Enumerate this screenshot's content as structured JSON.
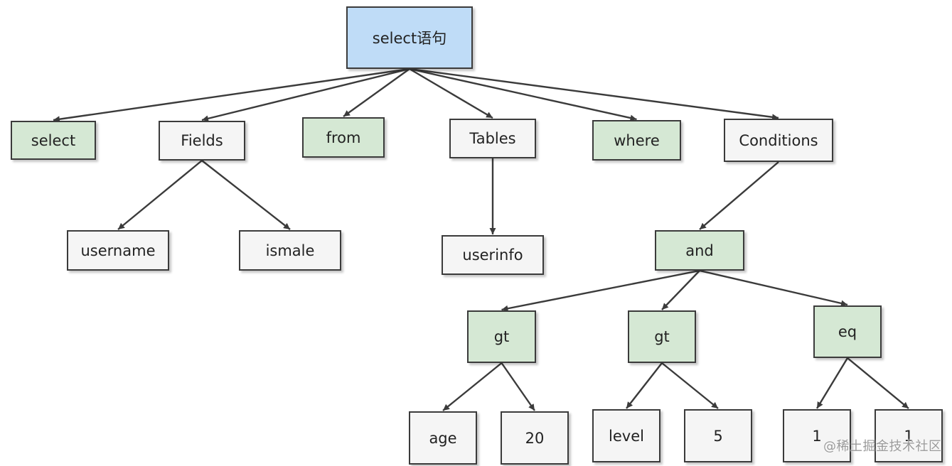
{
  "nodes": [
    {
      "id": "root",
      "label": "select语句",
      "kind": "root"
    },
    {
      "id": "select",
      "label": "select",
      "kind": "keyword"
    },
    {
      "id": "fields",
      "label": "Fields",
      "kind": "plain"
    },
    {
      "id": "from",
      "label": "from",
      "kind": "keyword"
    },
    {
      "id": "tables",
      "label": "Tables",
      "kind": "plain"
    },
    {
      "id": "where",
      "label": "where",
      "kind": "keyword"
    },
    {
      "id": "conditions",
      "label": "Conditions",
      "kind": "plain"
    },
    {
      "id": "username",
      "label": "username",
      "kind": "plain"
    },
    {
      "id": "ismale",
      "label": "ismale",
      "kind": "plain"
    },
    {
      "id": "userinfo",
      "label": "userinfo",
      "kind": "plain"
    },
    {
      "id": "and",
      "label": "and",
      "kind": "keyword"
    },
    {
      "id": "gt1",
      "label": "gt",
      "kind": "keyword"
    },
    {
      "id": "gt2",
      "label": "gt",
      "kind": "keyword"
    },
    {
      "id": "eq",
      "label": "eq",
      "kind": "keyword"
    },
    {
      "id": "age",
      "label": "age",
      "kind": "plain"
    },
    {
      "id": "n20",
      "label": "20",
      "kind": "plain"
    },
    {
      "id": "level",
      "label": "level",
      "kind": "plain"
    },
    {
      "id": "n5",
      "label": "5",
      "kind": "plain"
    },
    {
      "id": "one_a",
      "label": "1",
      "kind": "plain"
    },
    {
      "id": "one_b",
      "label": "1",
      "kind": "plain"
    }
  ],
  "edges": [
    [
      "root",
      "select"
    ],
    [
      "root",
      "fields"
    ],
    [
      "root",
      "from"
    ],
    [
      "root",
      "tables"
    ],
    [
      "root",
      "where"
    ],
    [
      "root",
      "conditions"
    ],
    [
      "fields",
      "username"
    ],
    [
      "fields",
      "ismale"
    ],
    [
      "tables",
      "userinfo"
    ],
    [
      "conditions",
      "and"
    ],
    [
      "and",
      "gt1"
    ],
    [
      "and",
      "gt2"
    ],
    [
      "and",
      "eq"
    ],
    [
      "gt1",
      "age"
    ],
    [
      "gt1",
      "n20"
    ],
    [
      "gt2",
      "level"
    ],
    [
      "gt2",
      "n5"
    ],
    [
      "eq",
      "one_a"
    ],
    [
      "eq",
      "one_b"
    ]
  ],
  "colors": {
    "root_fill": "#bfdcf7",
    "keyword_fill": "#d5e8d4",
    "plain_fill": "#f5f5f5",
    "stroke": "#3b3b3b"
  },
  "watermark": "@稀土掘金技术社区"
}
